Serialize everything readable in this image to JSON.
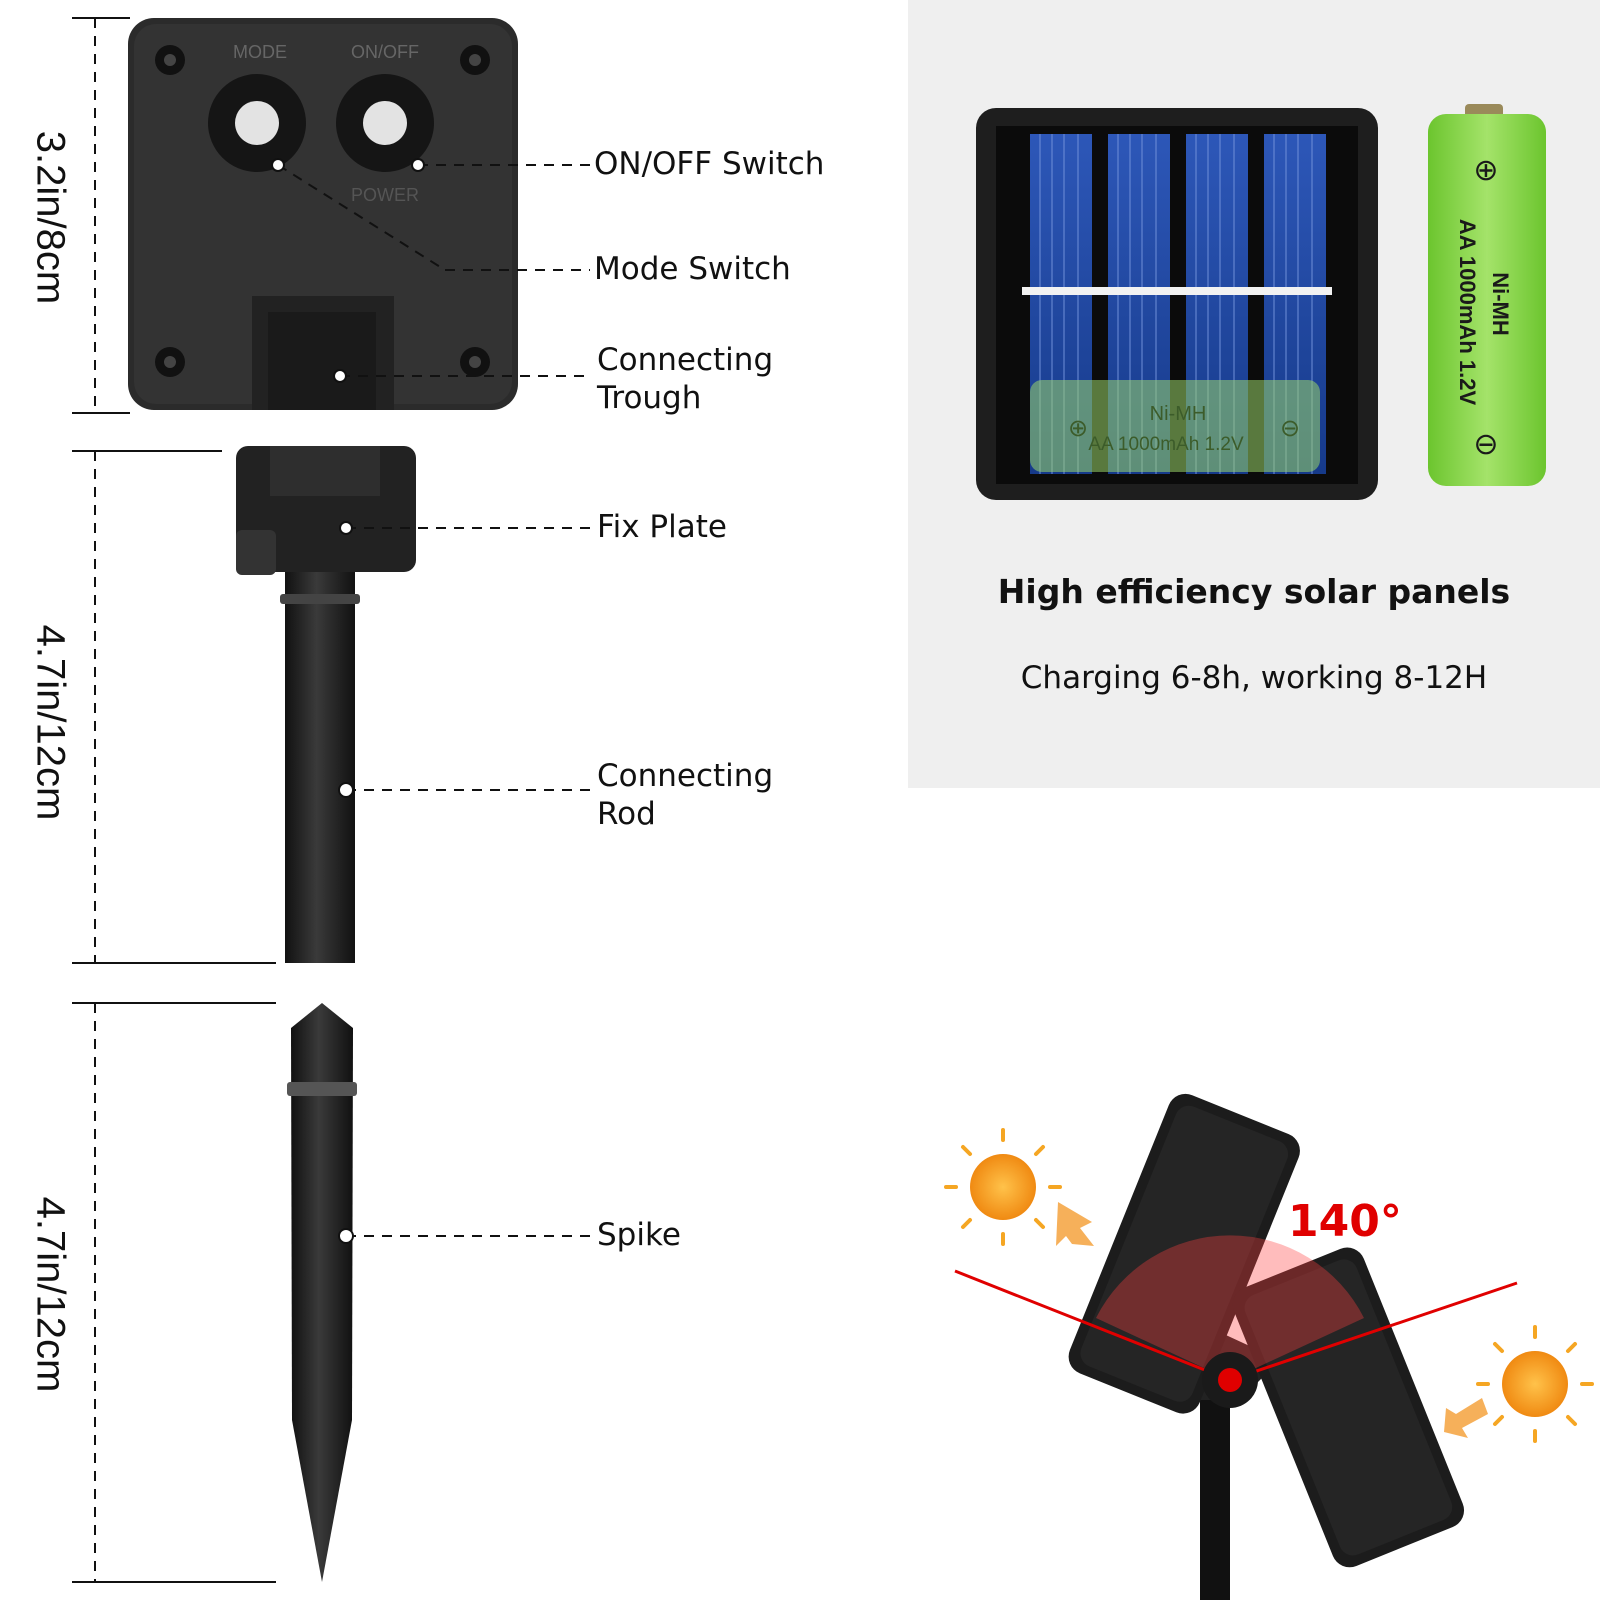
{
  "dimensions": {
    "box_height": "3.2in/8cm",
    "rod_height": "4.7in/12cm",
    "spike_height": "4.7in/12cm"
  },
  "box_labels": {
    "mode": "MODE",
    "onoff": "ON/OFF",
    "power": "POWER"
  },
  "callouts": {
    "onoff_switch": "ON/OFF Switch",
    "mode_switch": "Mode Switch",
    "connecting_trough_line1": "Connecting",
    "connecting_trough_line2": "Trough",
    "fix_plate": "Fix Plate",
    "connecting_rod_line1": "Connecting",
    "connecting_rod_line2": "Rod",
    "spike": "Spike"
  },
  "solar": {
    "battery_type": "Ni-MH",
    "battery_spec": "AA 1000mAh  1.2V",
    "panel_battery_type": "Ni-MH",
    "panel_battery_spec": "AA 1000mAh  1.2V",
    "plus": "⊕",
    "minus": "⊖"
  },
  "feature": {
    "heading": "High efficiency solar panels",
    "subtext": "Charging 6-8h, working 8-12H"
  },
  "rotation": {
    "angle": "140°"
  },
  "colors": {
    "angle_red": "#e00000",
    "panel_blue": "#1f3c8f",
    "battery_green": "#8fd34a",
    "sun_orange": "#f5a623"
  }
}
